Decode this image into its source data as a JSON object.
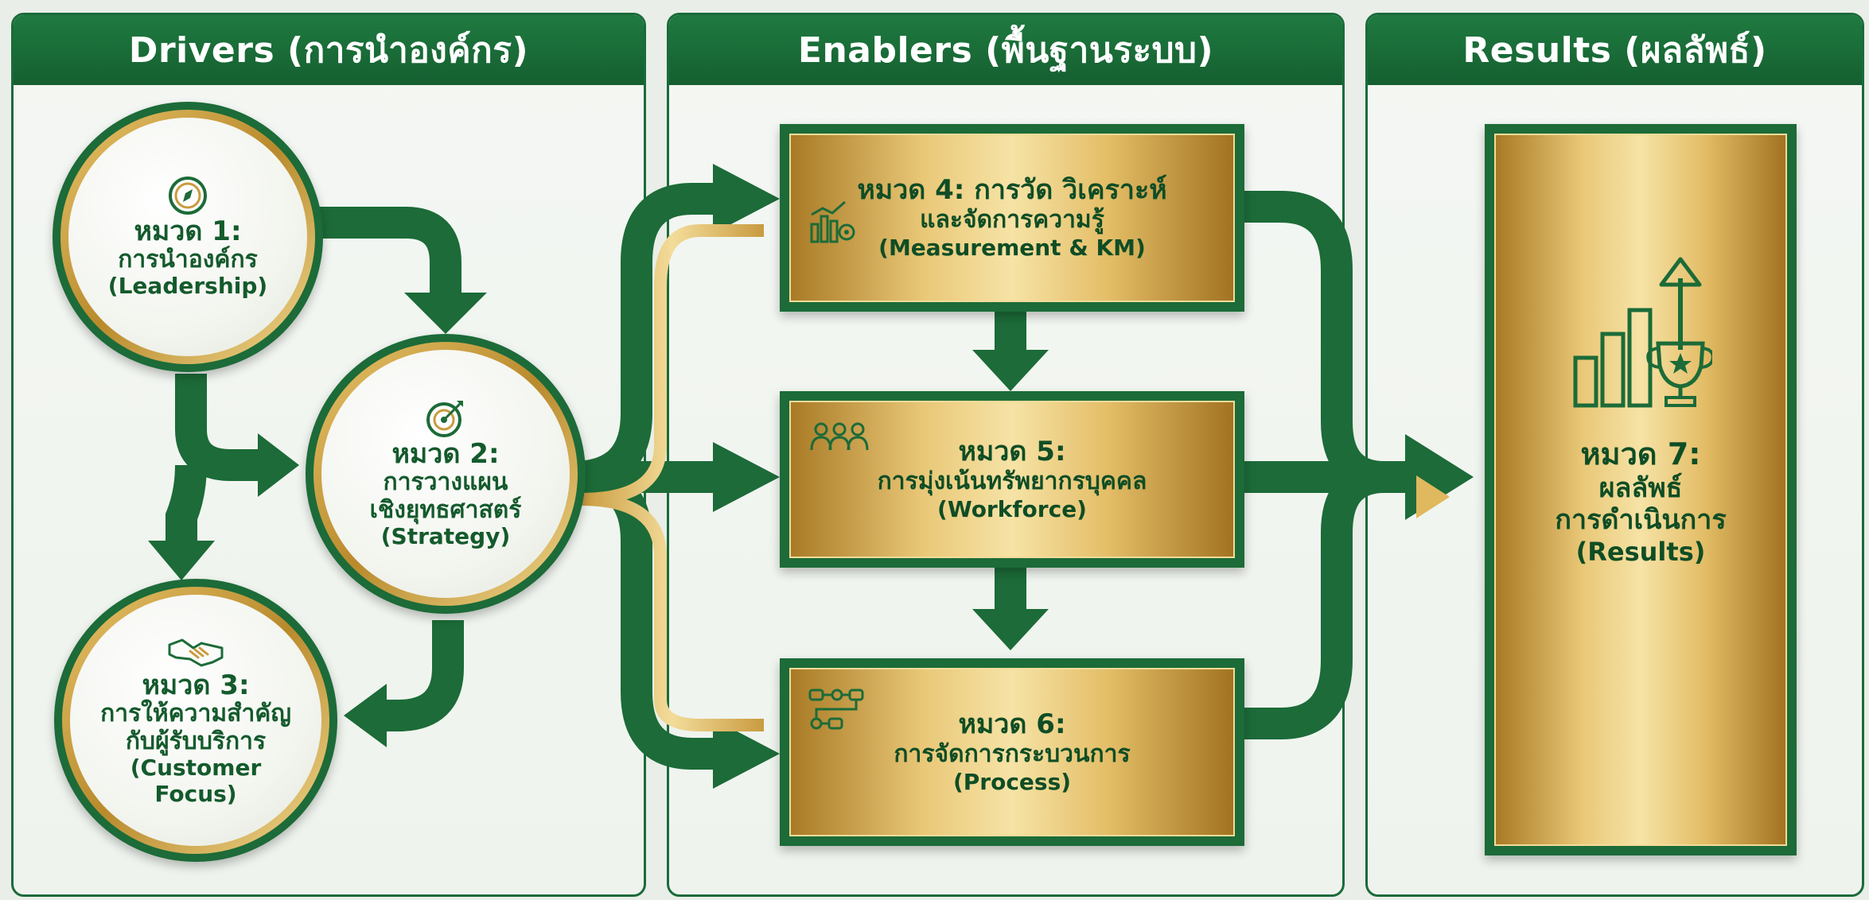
{
  "columns": {
    "drivers": "Drivers (การนำองค์กร)",
    "enablers": "Enablers (พื้นฐานระบบ)",
    "results": "Results (ผลลัพธ์)"
  },
  "nodes": {
    "cat1": {
      "title": "หมวด 1:",
      "text": "การนำองค์กร",
      "sub": "(Leadership)",
      "icon": "compass-icon"
    },
    "cat2": {
      "title": "หมวด 2:",
      "text1": "การวางแผน",
      "text2": "เชิงยุทธศาสตร์",
      "sub": "(Strategy)",
      "icon": "target-icon"
    },
    "cat3": {
      "title": "หมวด 3:",
      "text1": "การให้ความสำคัญ",
      "text2": "กับผู้รับบริการ",
      "sub1": "(Customer",
      "sub2": "Focus)",
      "icon": "handshake-icon"
    },
    "cat4": {
      "text1": "หมวด 4: การวัด วิเคราะห์",
      "text2": "และจัดการความรู้",
      "sub": "(Measurement & KM)",
      "icon": "analytics-icon"
    },
    "cat5": {
      "title": "หมวด 5:",
      "text": "การมุ่งเน้นทรัพยากรบุคคล",
      "sub": "(Workforce)",
      "icon": "people-icon"
    },
    "cat6": {
      "title": "หมวด 6:",
      "text": "การจัดการกระบวนการ",
      "sub": "(Process)",
      "icon": "process-flow-icon"
    },
    "cat7": {
      "title": "หมวด 7:",
      "text1": "ผลลัพธ์",
      "text2": "การดำเนินการ",
      "sub": "(Results)",
      "icon": "trophy-growth-icon"
    }
  },
  "colors": {
    "green": "#1c6b38",
    "dark_green": "#145a2c",
    "gold": "#e0b85e",
    "panel": "#f1f5f0"
  }
}
